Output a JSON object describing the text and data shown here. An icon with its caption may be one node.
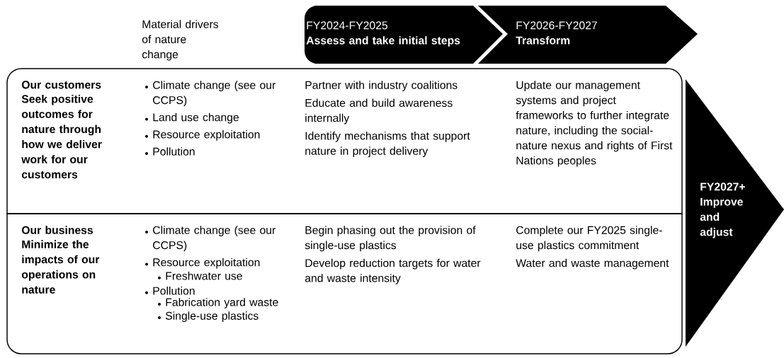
{
  "diagram": {
    "nodes": [
      {
        "text": [
          "FY2024-FY2025",
          "Assess and take initial steps"
        ]
      },
      {
        "text": [
          "FY2026-FY2027",
          "Transform"
        ]
      },
      {
        "text": [
          "FY2027+",
          "Improve and adjust"
        ]
      },
      {
        "text": [
          "Our customers",
          "Seek positive outcomes for nature through how we deliver work for our customers",
          "Climate change (see our CCPS)",
          "Land use change",
          "Resource exploitation",
          "Pollution",
          "Partner with industry coalitions",
          "Educate and build awareness internally",
          "Identify mechanisms that support nature in project delivery",
          "Update our management systems and project frameworks to further integrate nature, including the social-nature nexus and rights of First Nations peoples"
        ]
      },
      {
        "text": [
          "Our business",
          "Minimize the impacts of our operations on nature",
          "Climate change (see our CCPS)",
          "Resource exploitation",
          "Freshwater use",
          "Pollution",
          "Fabrication yard waste",
          "Single-use plastics",
          "Begin phasing out the provision of single-use plastics",
          "Develop reduction targets for water and waste intensity",
          "Complete our FY2025 single-use plastics commitment",
          "Water and waste management"
        ]
      }
    ],
    "labels": [
      "Material drivers of nature change"
    ]
  }
}
